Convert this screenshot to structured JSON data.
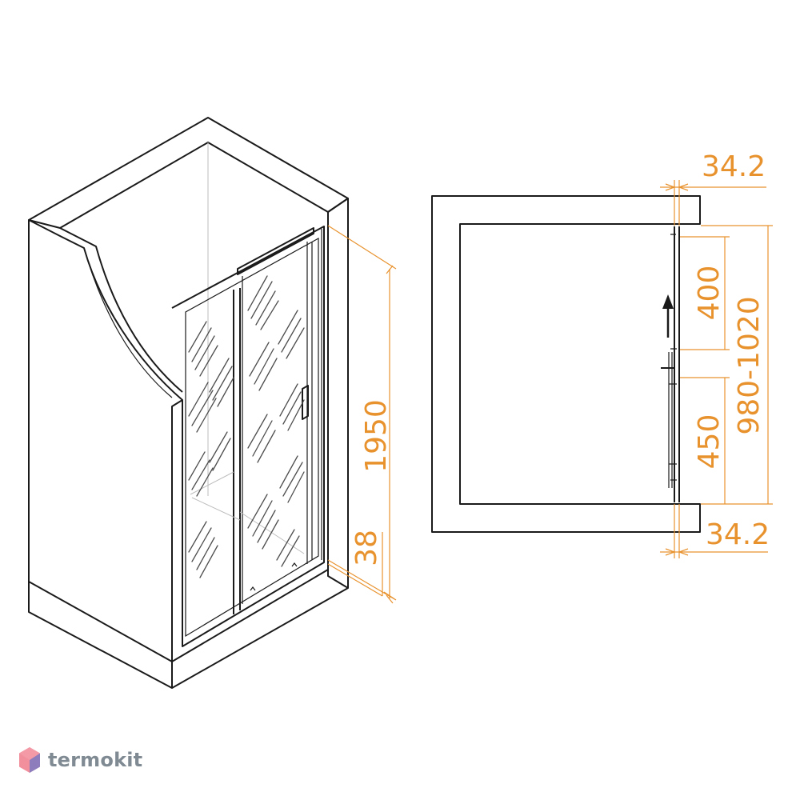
{
  "dimensions": {
    "height": "1950",
    "threshold": "38",
    "profile_top": "34.2",
    "profile_bottom": "34.2",
    "opening": "400",
    "fixed_part": "450",
    "width_range": "980-1020"
  },
  "brand": {
    "logo_text": "termokit"
  },
  "colors": {
    "dimension": "#e8922e",
    "line": "#1a1a1a",
    "brand_text": "#7f8a93",
    "logo_red": "#e8334a",
    "logo_blue": "#3b6fd8"
  }
}
